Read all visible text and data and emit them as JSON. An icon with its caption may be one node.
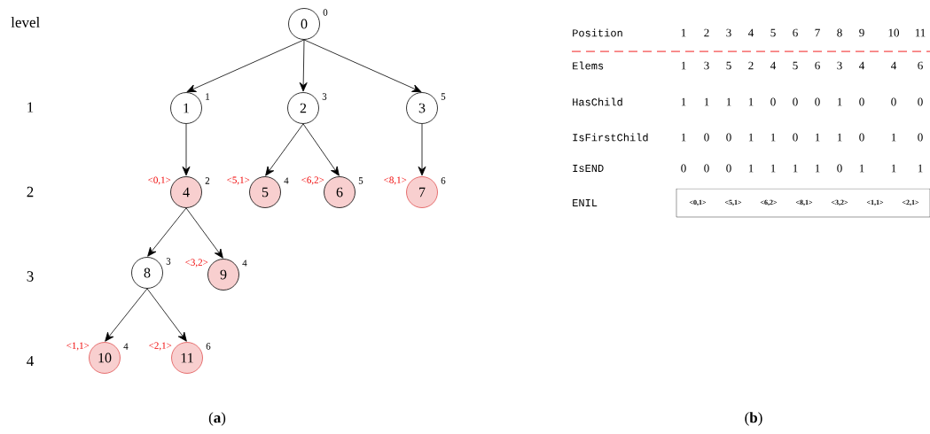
{
  "diagram": {
    "nodes": [
      {
        "text": [
          "0"
        ],
        "beside": [
          "0"
        ]
      },
      {
        "text": [
          "1"
        ],
        "beside": [
          "1"
        ]
      },
      {
        "text": [
          "2"
        ],
        "beside": [
          "3"
        ]
      },
      {
        "text": [
          "3"
        ],
        "beside": [
          "5"
        ]
      },
      {
        "text": [
          "4"
        ],
        "beside": [
          "<0,1>",
          "2"
        ]
      },
      {
        "text": [
          "5"
        ],
        "beside": [
          "<5,1>",
          "4"
        ]
      },
      {
        "text": [
          "6"
        ],
        "beside": [
          "<6,2>",
          "5"
        ]
      },
      {
        "text": [
          "7"
        ],
        "beside": [
          "<8,1>",
          "6"
        ]
      },
      {
        "text": [
          "8"
        ],
        "beside": [
          "3"
        ]
      },
      {
        "text": [
          "9"
        ],
        "beside": [
          "<3,2>",
          "4"
        ]
      },
      {
        "text": [
          "10"
        ],
        "beside": [
          "<1,1>",
          "4"
        ]
      },
      {
        "text": [
          "11"
        ],
        "beside": [
          "<2,1>",
          "6"
        ]
      },
      {
        "text": [
          "<0,1>",
          "<5,1>",
          "<6,2>",
          "<8,1>",
          "<3,2>",
          "<1,1>",
          "<2,1>"
        ]
      }
    ],
    "edges": [
      {
        "from": 0,
        "to": 1,
        "arrow": "to"
      },
      {
        "from": 0,
        "to": 2,
        "arrow": "to"
      },
      {
        "from": 0,
        "to": 3,
        "arrow": "to"
      },
      {
        "from": 1,
        "to": 4,
        "arrow": "to"
      },
      {
        "from": 2,
        "to": 5,
        "arrow": "to"
      },
      {
        "from": 2,
        "to": 6,
        "arrow": "to"
      },
      {
        "from": 3,
        "to": 7,
        "arrow": "to"
      },
      {
        "from": 4,
        "to": 8,
        "arrow": "to"
      },
      {
        "from": 4,
        "to": 9,
        "arrow": "to"
      },
      {
        "from": 8,
        "to": 10,
        "arrow": "to"
      },
      {
        "from": 8,
        "to": 11,
        "arrow": "to"
      }
    ],
    "labels": [
      "level",
      "1",
      "2",
      "3",
      "4",
      "Position",
      "1",
      "2",
      "3",
      "4",
      "5",
      "6",
      "7",
      "8",
      "9",
      "10",
      "11",
      "Elems",
      "1",
      "3",
      "5",
      "2",
      "4",
      "5",
      "6",
      "3",
      "4",
      "4",
      "6",
      "HasChild",
      "1",
      "1",
      "1",
      "1",
      "0",
      "0",
      "0",
      "1",
      "0",
      "0",
      "0",
      "IsFirstChild",
      "1",
      "0",
      "0",
      "1",
      "1",
      "0",
      "1",
      "1",
      "0",
      "1",
      "0",
      "IsEND",
      "0",
      "0",
      "0",
      "1",
      "1",
      "1",
      "1",
      "0",
      "1",
      "1",
      "1",
      "ENIL",
      "(**a**)",
      "(**b**)"
    ]
  }
}
